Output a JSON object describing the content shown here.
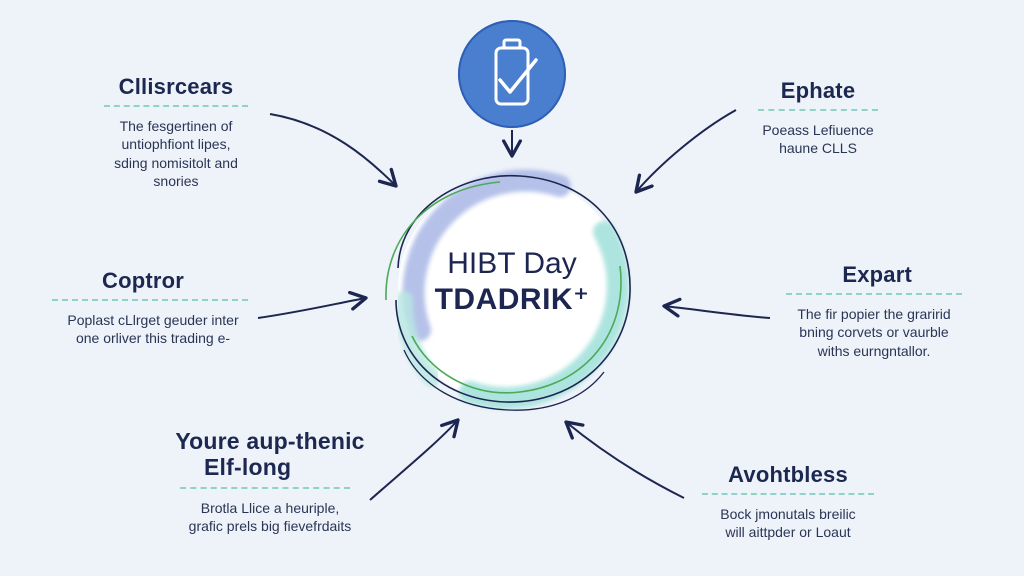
{
  "center": {
    "line1": "HIBT Day",
    "line2": "TDADRIK⁺"
  },
  "icon": {
    "name": "battery-check-icon",
    "color": "#4a7fd0"
  },
  "colors": {
    "arrow": "#1d2650",
    "accent_teal": "#8fd3c8",
    "ring_blue": "#9fb0e0",
    "ring_green": "#4caa58"
  },
  "nodes": {
    "top_left": {
      "title": "Cllisrcears",
      "desc": [
        "The fesgertinen of",
        "untiophfiont lipes,",
        "sding nomisitolt and",
        "snories"
      ]
    },
    "top_right": {
      "title": "Ephate",
      "desc": [
        "Poeass Lefiuence",
        "haune CLLS"
      ]
    },
    "mid_left": {
      "title": "Coptror",
      "desc": [
        "Poplast cLlrget geuder inter",
        "one orliver this trading e-"
      ]
    },
    "mid_right": {
      "title": "Expart",
      "desc": [
        "The fir popier the graririd",
        "bning corvets or vaurble",
        "withs eurngntallor."
      ]
    },
    "bottom_left": {
      "title": [
        "Youre aup-thenic",
        "Elf-long"
      ],
      "desc": [
        "Brotla Llice a heuriple,",
        "grafic prels big fievefrdaits"
      ]
    },
    "bottom_right": {
      "title": "Avohtbless",
      "desc": [
        "Bock jmonutals breilic",
        "will aittpder or Loaut"
      ]
    }
  }
}
